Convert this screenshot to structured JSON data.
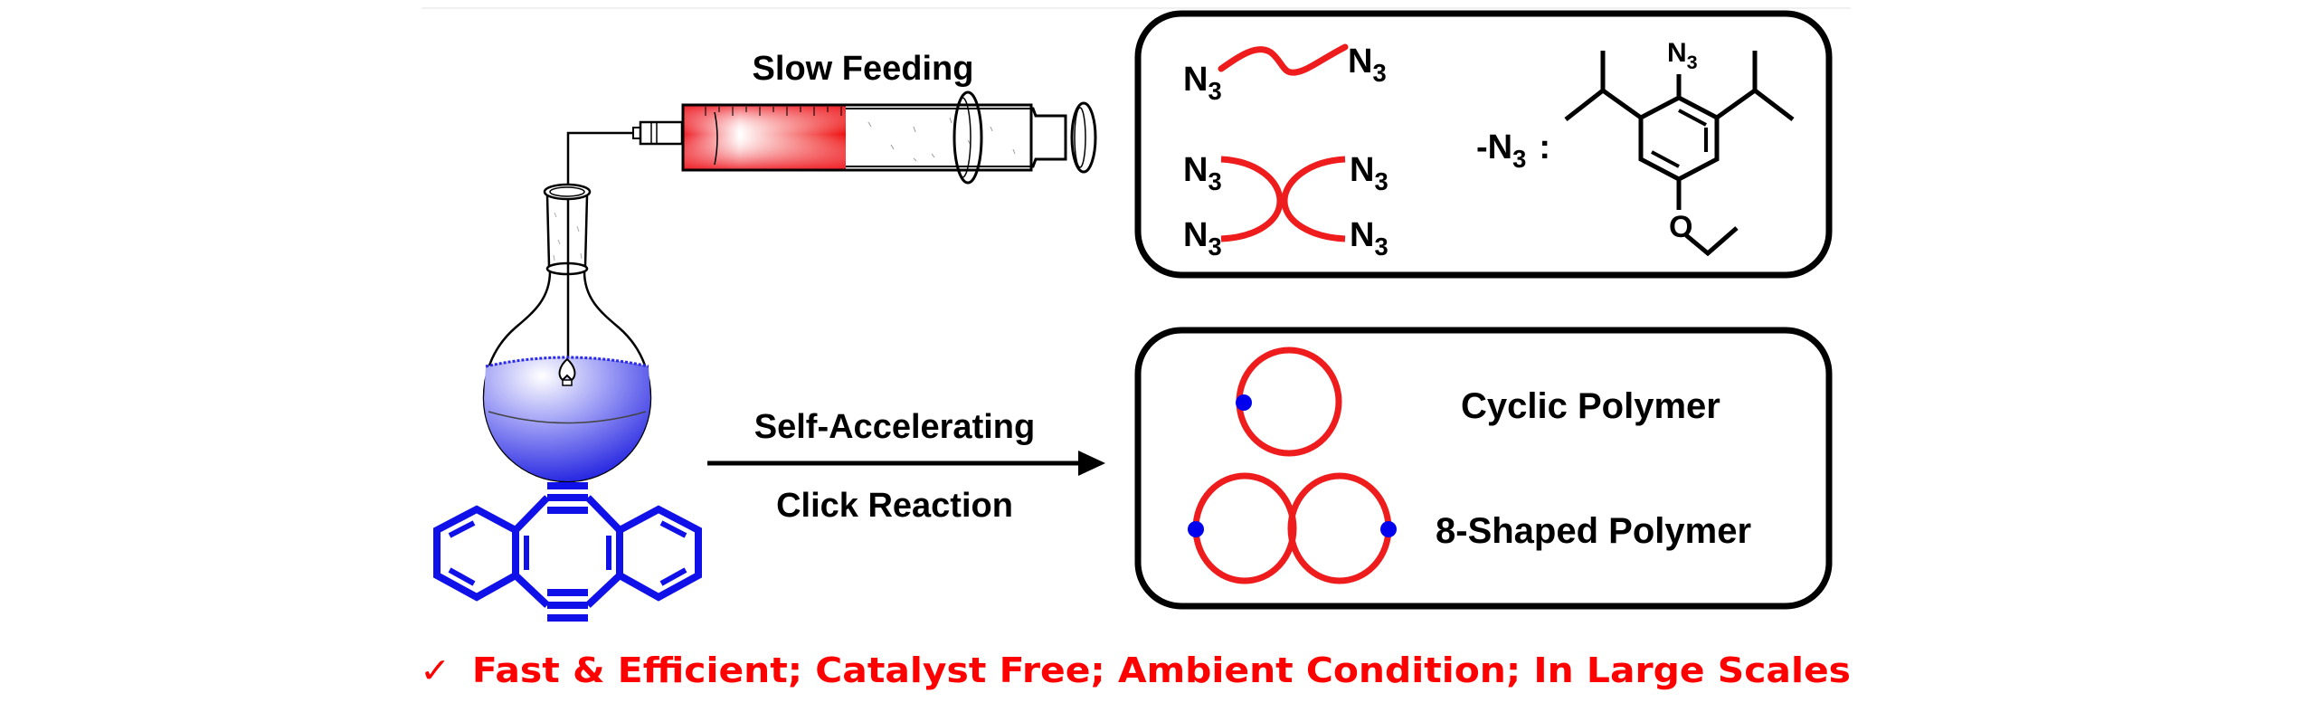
{
  "labels": {
    "slow_feeding": "Slow Feeding",
    "arrow_top": "Self-Accelerating",
    "arrow_bottom": "Click Reaction",
    "cyclic": "Cyclic Polymer",
    "eight_shaped": "8-Shaped Polymer",
    "azide_def_prefix": "-N",
    "azide_def_colon": ":",
    "azide_N": "N",
    "azide_sub": "3",
    "oxygen": "O"
  },
  "footer": {
    "check_icon": "✓",
    "text": "Fast & Efficient; Catalyst Free; Ambient Condition; In Large Scales"
  },
  "colors": {
    "polymer_chain": "#ee1c1c",
    "junction": "#0000ee",
    "monomer": "#1010e8",
    "footer": "#ff0000",
    "syringe_fill": "#ee1c24",
    "flask_liquid": "#3a3af0"
  }
}
